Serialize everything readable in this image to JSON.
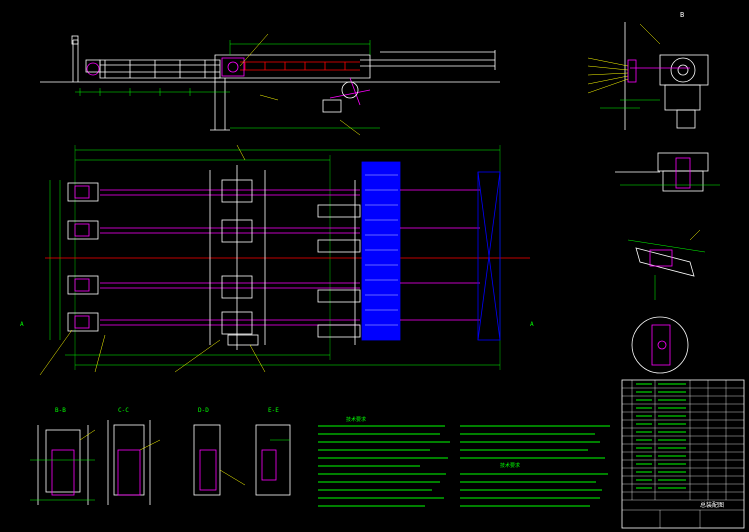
{
  "title_block": {
    "drawing_title": "总装配图"
  },
  "section_labels": [
    "B-B",
    "C-C",
    "D-D",
    "E-E"
  ],
  "view_markers": {
    "left": "A",
    "right": "A",
    "top_right": "B"
  },
  "notes_headings": [
    "技术要求",
    "技术要求"
  ],
  "colors": {
    "background": "#000000",
    "outline": "#ffffff",
    "dimension": "#00ff00",
    "mechanism": "#ff00ff",
    "leader": "#ffff00",
    "centerline": "#ff0000",
    "fill": "#0000ff",
    "detail": "#00ffff"
  }
}
